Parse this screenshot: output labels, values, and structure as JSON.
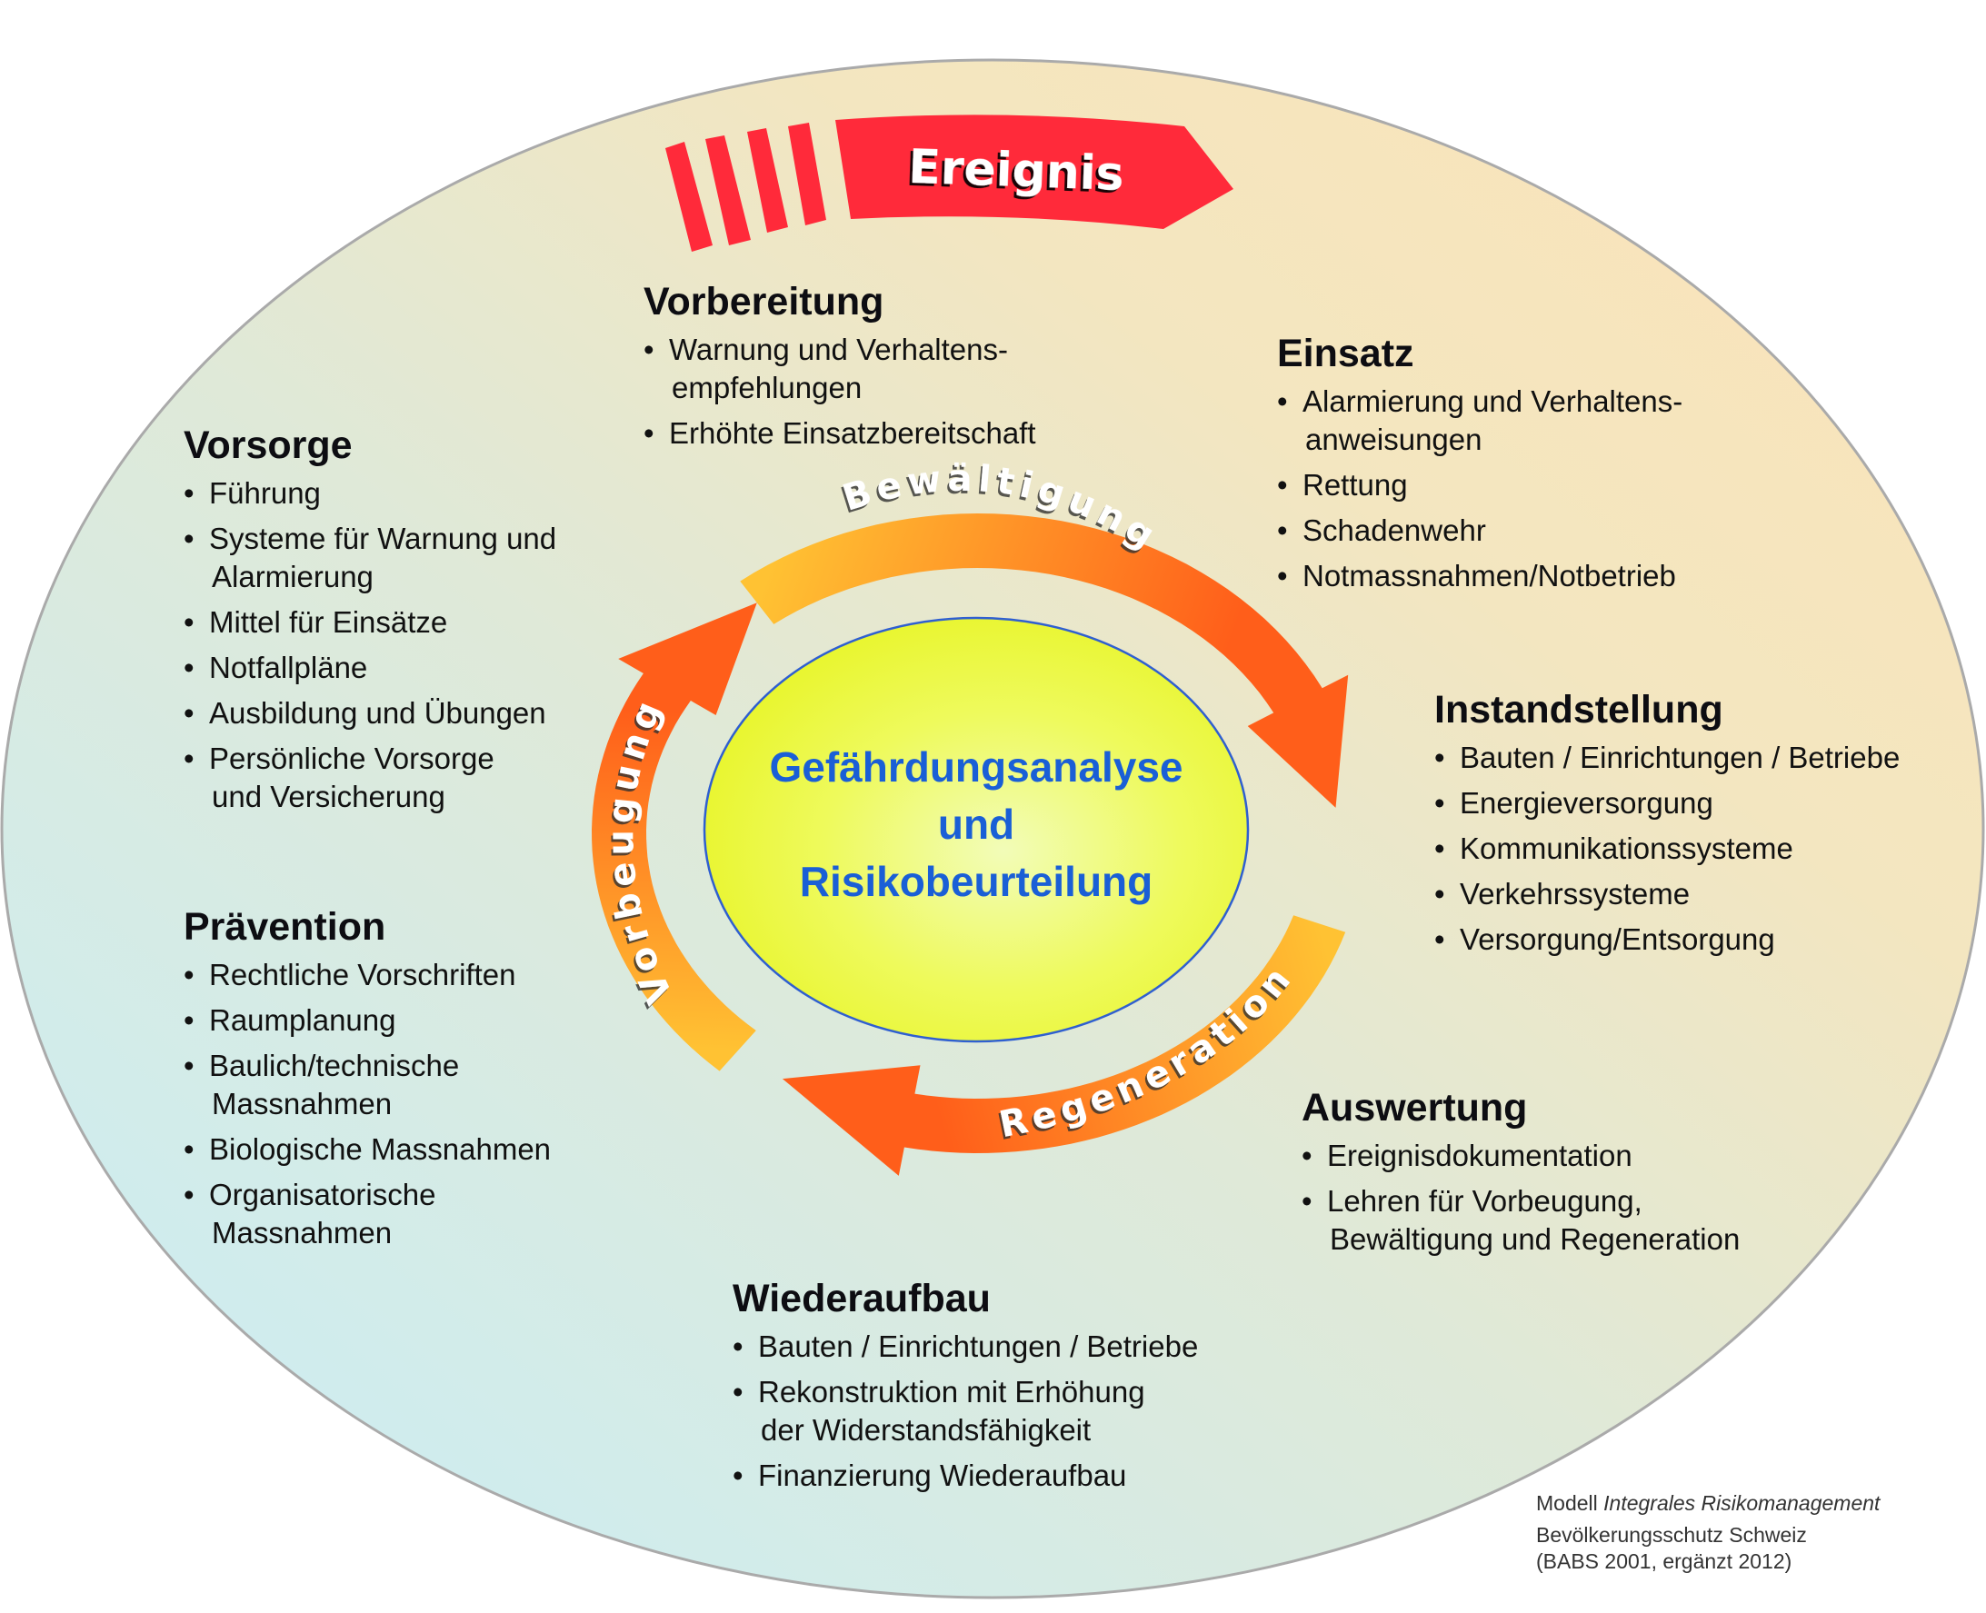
{
  "banner": {
    "label": "Ereignis",
    "color": "#ff2a3a"
  },
  "center": {
    "lines": [
      "Gefährdungsanalyse",
      "und",
      "Risikobeurteilung"
    ],
    "text_color": "#1a5fd6",
    "fill": "#f0f534",
    "outline": "#2f5fd0"
  },
  "cycle": {
    "labels": {
      "top": "Bewältigung",
      "bottom": "Regeneration",
      "left": "Vorbeugung"
    },
    "colors": {
      "dark": "#ff5e1a",
      "light": "#ffc233"
    }
  },
  "blocks": {
    "vorbereitung": {
      "title": "Vorbereitung",
      "items": [
        [
          "Warnung und Verhaltens-",
          "empfehlungen"
        ],
        [
          "Erhöhte Einsatzbereitschaft"
        ]
      ]
    },
    "einsatz": {
      "title": "Einsatz",
      "items": [
        [
          "Alarmierung und Verhaltens-",
          "anweisungen"
        ],
        [
          "Rettung"
        ],
        [
          "Schadenwehr"
        ],
        [
          "Notmassnahmen/Notbetrieb"
        ]
      ]
    },
    "vorsorge": {
      "title": "Vorsorge",
      "items": [
        [
          "Führung"
        ],
        [
          "Systeme für Warnung und",
          "Alarmierung"
        ],
        [
          "Mittel für Einsätze"
        ],
        [
          "Notfallpläne"
        ],
        [
          "Ausbildung und Übungen"
        ],
        [
          "Persönliche Vorsorge",
          "und Versicherung"
        ]
      ]
    },
    "instandstellung": {
      "title": "Instandstellung",
      "items": [
        [
          "Bauten / Einrichtungen / Betriebe"
        ],
        [
          "Energieversorgung"
        ],
        [
          "Kommunikationssysteme"
        ],
        [
          "Verkehrssysteme"
        ],
        [
          "Versorgung/Entsorgung"
        ]
      ]
    },
    "praevention": {
      "title": "Prävention",
      "items": [
        [
          "Rechtliche Vorschriften"
        ],
        [
          "Raumplanung"
        ],
        [
          "Baulich/technische",
          "Massnahmen"
        ],
        [
          "Biologische Massnahmen"
        ],
        [
          "Organisatorische",
          "Massnahmen"
        ]
      ]
    },
    "auswertung": {
      "title": "Auswertung",
      "items": [
        [
          "Ereignisdokumentation"
        ],
        [
          "Lehren für Vorbeugung,",
          "Bewältigung und Regeneration"
        ]
      ]
    },
    "wiederaufbau": {
      "title": "Wiederaufbau",
      "items": [
        [
          "Bauten / Einrichtungen / Betriebe"
        ],
        [
          "Rekonstruktion mit Erhöhung",
          "der Widerstandsfähigkeit"
        ],
        [
          "Finanzierung Wiederaufbau"
        ]
      ]
    }
  },
  "credit": {
    "prefix": "Modell ",
    "italic": "Integrales Risikomanagement",
    "line2": "Bevölkerungsschutz Schweiz",
    "line3": "(BABS 2001, ergänzt 2012)"
  }
}
